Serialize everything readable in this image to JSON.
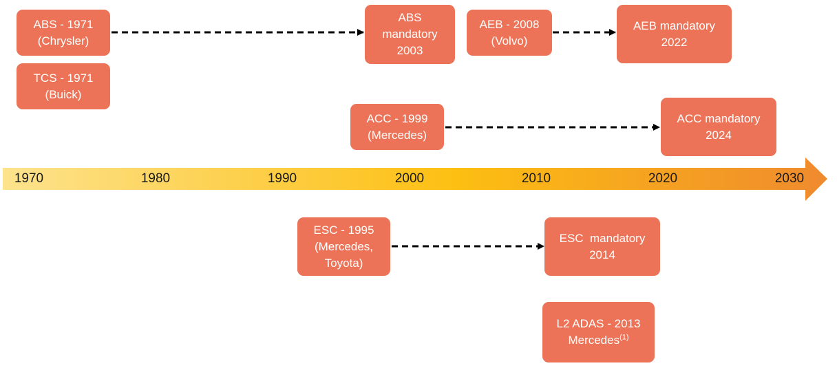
{
  "timeline": {
    "year_labels": [
      "1970",
      "1980",
      "1990",
      "2000",
      "2010",
      "2020",
      "2030"
    ],
    "gradient_colors": [
      "#fde38d",
      "#fdbf12",
      "#ef8a2e"
    ]
  },
  "box_color": "#ec7357",
  "milestones": {
    "abs_1971": {
      "line1": "ABS - 1971",
      "line2": "(Chrysler)"
    },
    "tcs_1971": {
      "line1": "TCS - 1971",
      "line2": "(Buick)"
    },
    "abs_mandatory": {
      "line1": "ABS",
      "line2": "mandatory",
      "line3": "2003"
    },
    "aeb_2008": {
      "line1": "AEB - 2008",
      "line2": "(Volvo)"
    },
    "aeb_mandatory": {
      "line1": "AEB mandatory",
      "line2": "2022"
    },
    "acc_1999": {
      "line1": "ACC - 1999",
      "line2": "(Mercedes)"
    },
    "acc_mandatory": {
      "line1": "ACC mandatory",
      "line2": "2024"
    },
    "esc_1995": {
      "line1": "ESC - 1995",
      "line2": "(Mercedes,",
      "line3": "Toyota)"
    },
    "esc_mandatory": {
      "line1": "ESC  mandatory",
      "line2": "2014"
    },
    "l2_adas_2013": {
      "line1": "L2 ADAS - 2013",
      "line2": "Mercedes",
      "footnote": "(1)"
    }
  }
}
